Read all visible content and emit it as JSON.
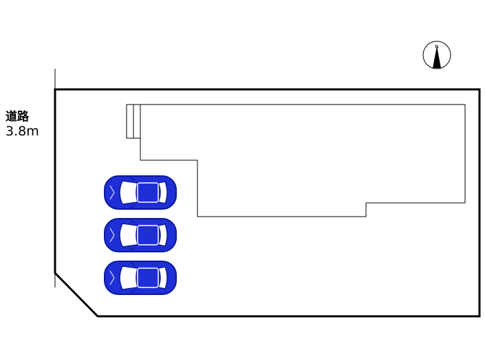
{
  "road": {
    "name": "道路",
    "width": "3.8m"
  },
  "compass": {
    "north_label": "N"
  },
  "parking": {
    "car_count": 3
  },
  "colors": {
    "lines": "#000000",
    "car_body": "#1f2fd6",
    "car_outline": "#0a1a9a",
    "background": "#ffffff"
  }
}
